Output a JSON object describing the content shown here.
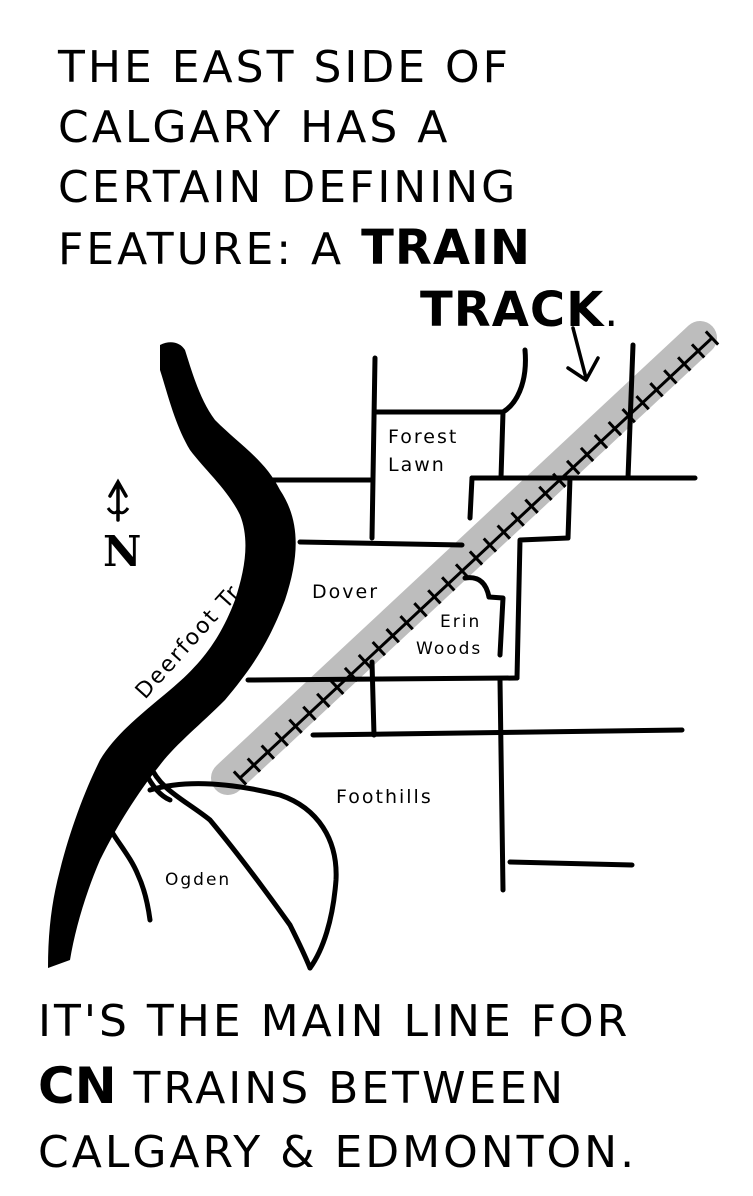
{
  "intro": {
    "line1": "The east side of",
    "line2": "Calgary has a",
    "line3": "certain defining",
    "line4_prefix": "feature: a ",
    "line4_bold": "Train",
    "line5_bold": "Track",
    "line5_suffix": "."
  },
  "map": {
    "compass_label": "N",
    "road_label": "Deerfoot Tr.",
    "neighbourhoods": {
      "forest_lawn_line1": "Forest",
      "forest_lawn_line2": "Lawn",
      "dover": "Dover",
      "erin_woods_line1": "Erin",
      "erin_woods_line2": "Woods",
      "foothills": "Foothills",
      "ogden": "Ogden"
    },
    "colors": {
      "ink": "#000000",
      "track_highlight": "#bdbdbd",
      "paper": "#ffffff"
    }
  },
  "outro": {
    "line1": "it's the main line for",
    "line2_bold": "CN",
    "line2_rest": " trains between",
    "line3": "Calgary & Edmonton."
  }
}
